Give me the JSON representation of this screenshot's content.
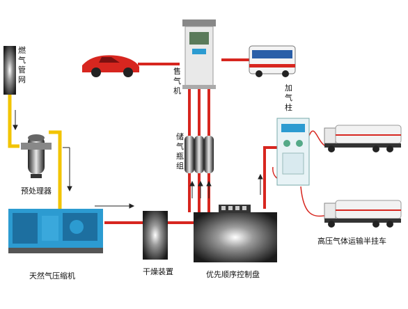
{
  "labels": {
    "pipeline": "燃气管网",
    "pretreatment": "预处理器",
    "compressor": "天然气压缩机",
    "dryer": "干燥装置",
    "control_panel": "优先顺序控制盘",
    "storage": "储气瓶组",
    "dispenser_car": "售气机",
    "filling_post": "加气柱",
    "trailer": "高压气体运输半挂车"
  },
  "colors": {
    "gas_line": "#d7261f",
    "pipeline_line": "#f2c400",
    "car": "#d7261f",
    "bus": "#2a5fa8",
    "machine": "#2c9bd1",
    "panel": "#2a2a2a"
  }
}
